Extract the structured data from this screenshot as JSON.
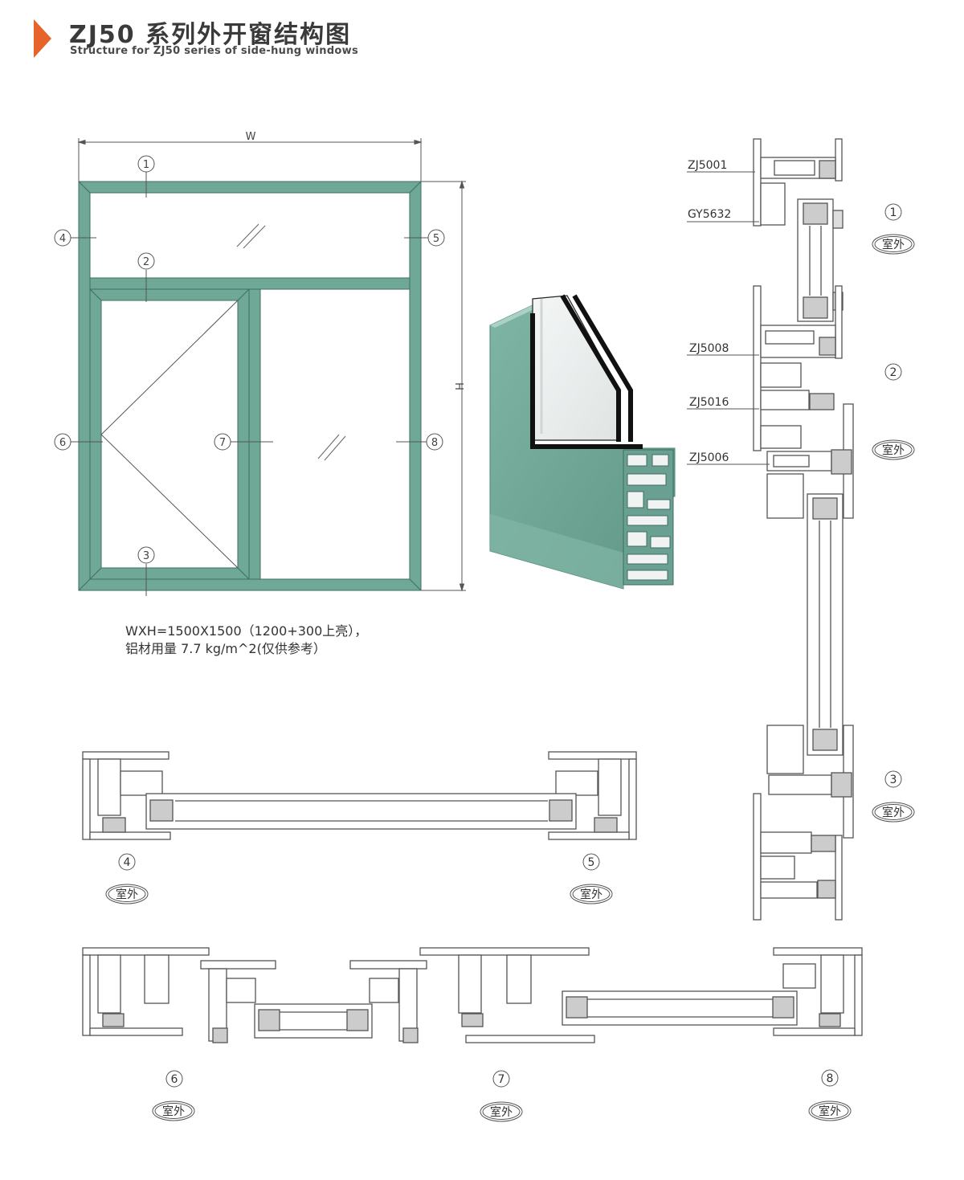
{
  "header": {
    "title": "ZJ50 系列外开窗结构图",
    "subtitle": "Structure for ZJ50 series of side-hung windows",
    "accent_color": "#e8622c"
  },
  "elevation": {
    "width_label": "W",
    "height_label": "H",
    "frame_color": "#6fa896",
    "markers": [
      "1",
      "2",
      "3",
      "4",
      "5",
      "6",
      "7",
      "8"
    ]
  },
  "spec": {
    "line1": "WXH=1500X1500（1200+300上亮），",
    "line2": "铝材用量 7.7 kg/m^2(仅供参考）"
  },
  "profiles": {
    "zj5001": "ZJ5001",
    "gy5632": "GY5632",
    "zj5008": "ZJ5008",
    "zj5016": "ZJ5016",
    "zj5006": "ZJ5006"
  },
  "outdoor_label": "室外",
  "section_numbers": {
    "s1": "1",
    "s2": "2",
    "s3": "3",
    "s4": "4",
    "s5": "5",
    "s6": "6",
    "s7": "7",
    "s8": "8"
  }
}
